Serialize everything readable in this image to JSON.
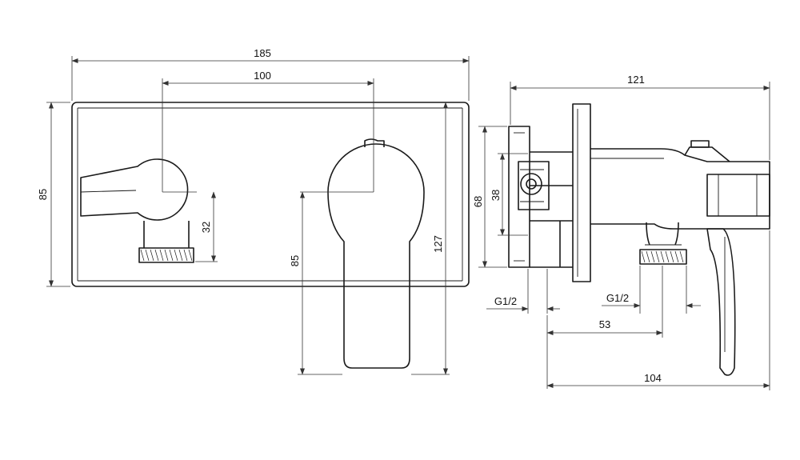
{
  "front_view": {
    "overall_width": "185",
    "spacing_width": "100",
    "plate_height": "85",
    "outlet_offset": "32",
    "handle_drop": "85",
    "handle_total": "127"
  },
  "side_view": {
    "overall_depth": "121",
    "box_height": "68",
    "inner_height": "38",
    "inlet_thread": "G1/2",
    "outlet_thread": "G1/2",
    "inlet_to_outlet": "53",
    "wall_to_handle": "104"
  },
  "colors": {
    "line": "#1a1a1a",
    "background": "#ffffff"
  }
}
